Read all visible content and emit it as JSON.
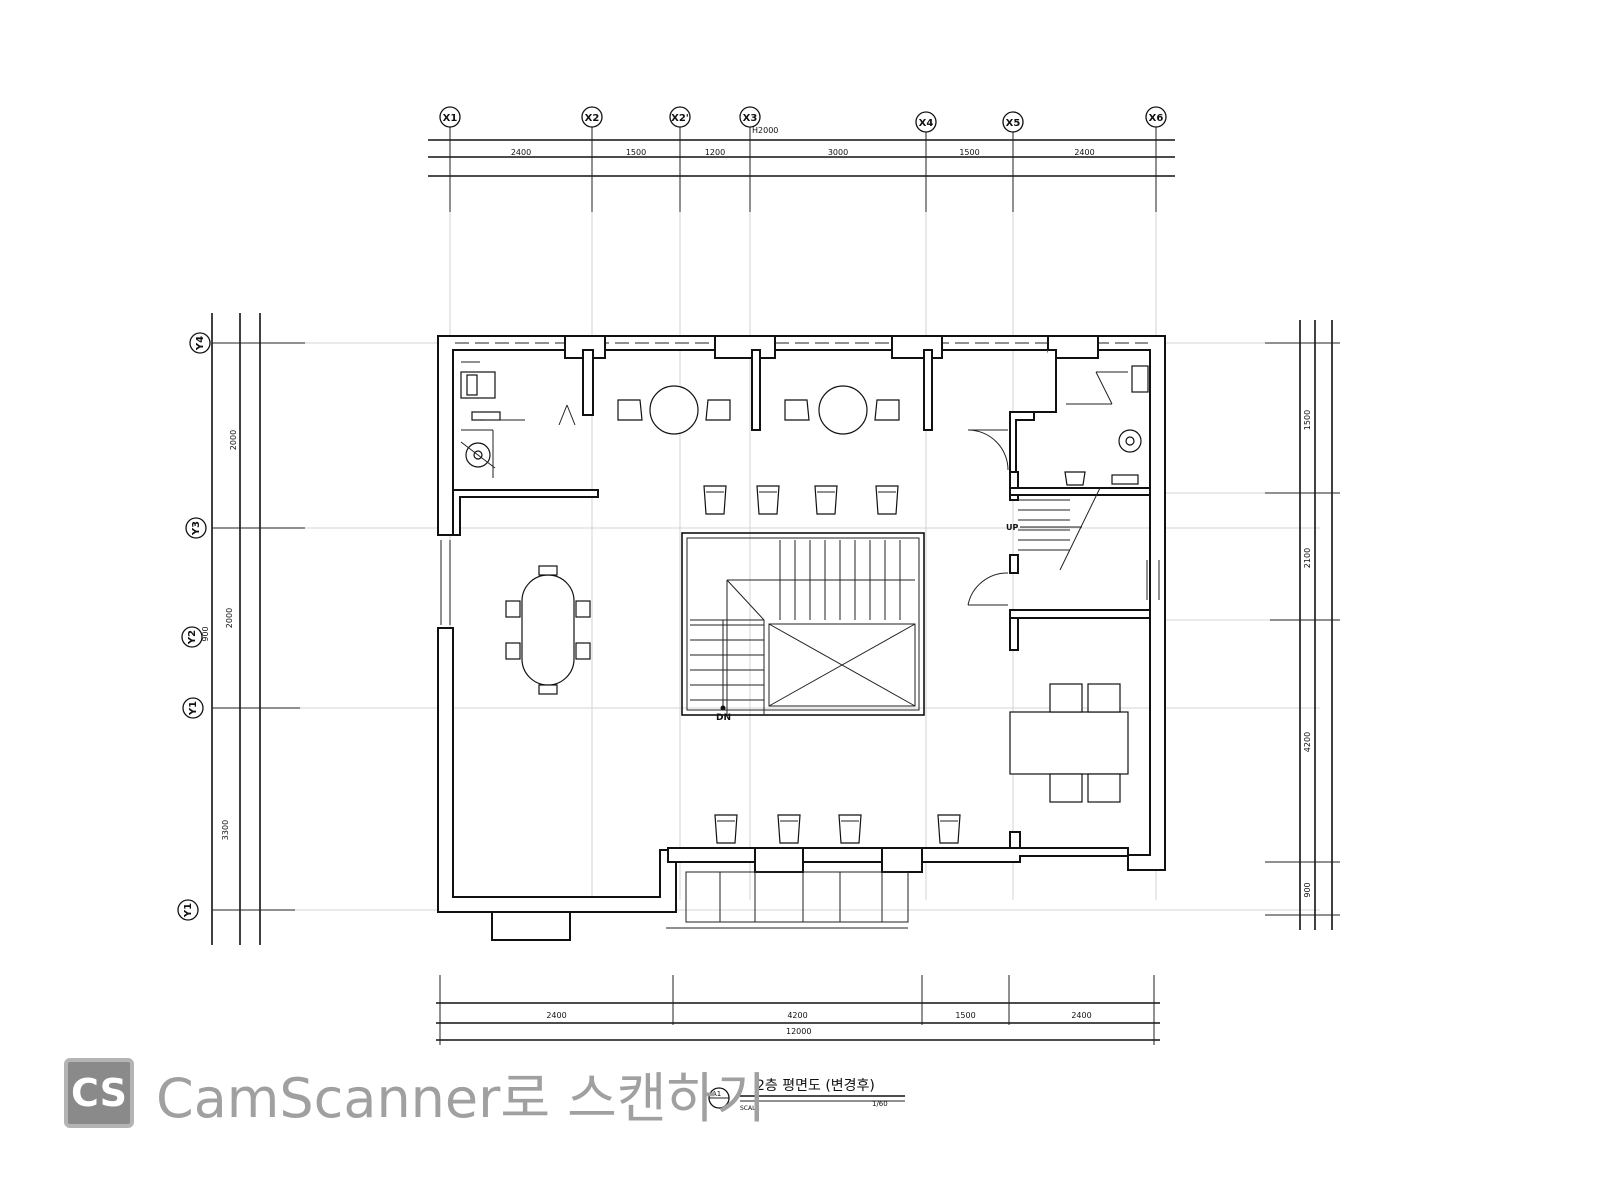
{
  "drawing": {
    "grid_x": [
      "X1",
      "X2",
      "X2'",
      "X3",
      "X4",
      "X5",
      "X6"
    ],
    "grid_y_left": [
      "Y4",
      "Y3",
      "Y2",
      "Y1",
      "Y1"
    ],
    "top_dims": [
      "2400",
      "1500",
      "1200",
      "3000",
      "1500",
      "2400"
    ],
    "top_note": "H2000",
    "bottom_dims": [
      "2400",
      "4200",
      "1500",
      "2400"
    ],
    "bottom_total": "12000",
    "left_dims": [
      "2000",
      "2000",
      "900",
      "3300"
    ],
    "right_dims": [
      "1500",
      "2100",
      "4200",
      "900"
    ],
    "stair_up": "UP",
    "stair_down": "DN",
    "title_block": {
      "marker": "A1",
      "title": "2층  평면도 (변경후)",
      "scale_label": "SCALE",
      "scale_value": "1/60"
    }
  },
  "watermark": {
    "logo": "CS",
    "text": "CamScanner로 스캔하기"
  }
}
